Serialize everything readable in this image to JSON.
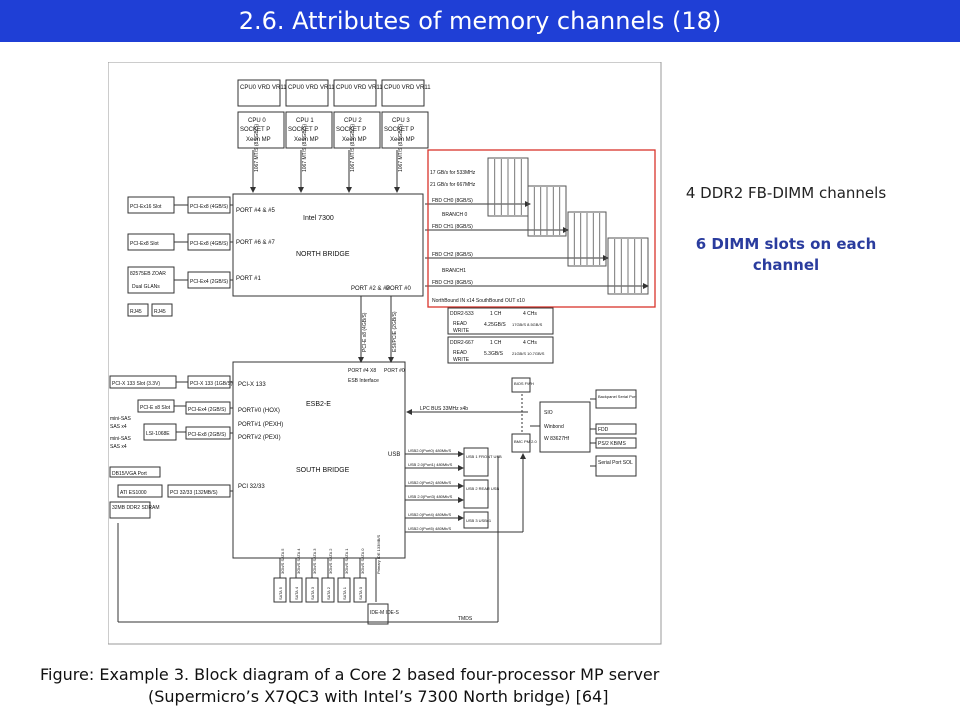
{
  "title": "2.6.  Attributes of memory channels (18)",
  "notes": {
    "channels": "4 DDR2 FB-DIMM channels",
    "slots": "6 DIMM slots on each channel"
  },
  "caption": {
    "line1": "Figure: Example 3. Block diagram of a Core 2 based four-processor MP server",
    "line2": "(Supermicro’s X7QC3 with Intel’s 7300 North bridge) [64]"
  },
  "colors": {
    "title_bg": "#1f3fd6",
    "highlight": "#d9342b",
    "note_blue": "#2a3c9e"
  },
  "diagram": {
    "vrd": [
      "CPU0 VRD VR11",
      "CPU0 VRD VR11",
      "CPU0 VRD VR11",
      "CPU0 VRD VR11"
    ],
    "sockets": [
      {
        "l1": "CPU 0",
        "l2": "SOCKET P",
        "l3": "Xeon MP"
      },
      {
        "l1": "CPU 1",
        "l2": "SOCKET P",
        "l3": "Xeon MP"
      },
      {
        "l1": "CPU 2",
        "l2": "SOCKET P",
        "l3": "Xeon MP"
      },
      {
        "l1": "CPU 3",
        "l2": "SOCKET P",
        "l3": "Xeon MP"
      }
    ],
    "fsb": "1067 MT/S (8.5GB/S)",
    "nb": {
      "chip": "Intel 7300",
      "name": "NORTH BRIDGE",
      "port45": "PORT #4 & #5",
      "port67": "PORT #6 & #7",
      "port1": "PORT #1",
      "port23": "PORT #2 & #3",
      "port0": "PORT #0",
      "fbd": [
        "FBD CH0 (8GB/S)",
        "FBD CH1 (8GB/S)",
        "FBD CH2 (8GB/S)",
        "FBD CH3 (8GB/S)"
      ],
      "branch0": "BRANCH 0",
      "branch1": "BRANCH1"
    },
    "fbd_rates": [
      "17 GB/s for 533MHz",
      "21 GB/s for 667MHz"
    ],
    "northbound": "NorthBound IN x14  SouthBound OUT x10",
    "pcie_slots": [
      "PCI-Ex16 Slot",
      "PCI-Ex8 Slot"
    ],
    "pcie_links": [
      "PCI-Ex8 (4GB/S)",
      "PCI-Ex8 (4GB/S)",
      "PCI-Ex4 (2GB/S)"
    ],
    "lan": {
      "l1": "82575EB ZOAR",
      "l2": "Dual GLANs",
      "rj1": "RJ45",
      "rj2": "RJ45"
    },
    "esi_left": "PCI-E x8 (4GB/S)",
    "esi_right": "ESI/PCIE (2GB/S)",
    "ddr533": {
      "h": "DDR2-533",
      "c1": "1 CH",
      "c2": "4 CHs",
      "r1": "READ",
      "r2": "WRITE",
      "v1": "4.25GB/S",
      "v2": "17GB/S 8.5GB/S"
    },
    "ddr667": {
      "h": "DDR2-667",
      "c1": "1 CH",
      "c2": "4 CHs",
      "r1": "READ",
      "r2": "WRITE",
      "v1": "5.3GB/S",
      "v2": "21GB/S 10.7GB/S"
    },
    "sb": {
      "name": "ESB2-E",
      "sub": "SOUTH BRIDGE",
      "pcix": "PCI-X 133",
      "port0": "PORT#0 (HOX)",
      "port1": "PORT#1 (PEXH)",
      "port2": "PORT#2 (PEXI)",
      "pci": "PCI 32/33",
      "usb": "USB",
      "esb_port23": "PORT #4 X8",
      "esb_port0": "PORT #0",
      "esb_if": "ESB Interface"
    },
    "pcix_slot": "PCI-X 133 Slot (3.3V)",
    "pcix_link": "PCI-X 133 (1GB/S)",
    "pcie_x8_slot": "PCI-E x8 Slot",
    "pcie_x4": "PCI-Ex4 (2GB/S)",
    "sas": [
      "mini-SAS",
      "SAS x4",
      "mini-SAS",
      "SAS x4"
    ],
    "lsi": "LSI-1068E",
    "pcie_x8b": "PCI-Ex8 (2GB/S)",
    "vga": "DB15/VGA Port",
    "ati": "ATI ES1000",
    "sdram": "32MB DDR2 SDRAM",
    "pci_link": "PCI 32/33 (132MB/S)",
    "lpc": "LPC BUS 33MHz x4b",
    "bios": "BIOS FWH",
    "bmc": "BMC PM 2.0",
    "sio": {
      "l1": "SIO",
      "l2": "Winbond",
      "l3": "W 83627Hf"
    },
    "io_ports": [
      "Backpanel Serial Port",
      "FDD",
      "PS/2 KB/MS",
      "Serial Port SOL"
    ],
    "usb_ports": [
      "USB2.0(Port0) 480Mb/S",
      "USB 2.0(Port1) 480Mb/S",
      "USB2.0(Port2) 480Mb/S",
      "USB 2.0(Port3) 480Mb/S",
      "USB2.0(Port4) 480Mb/S",
      "USB2.0(Port5) 480Mb/S"
    ],
    "usb_boxes": [
      "USB 1 FRONT USB",
      "USB 2 REAR USB",
      "USB 3 USBx1"
    ],
    "sata_links": [
      "3Gb/S SATA 5",
      "3Gb/S SATA 4",
      "3Gb/S SATA 3",
      "3Gb/S SATA 2",
      "3Gb/S SATA 1",
      "3Gb/S SATA 0",
      "Primary IDE 133MB/S"
    ],
    "sata": [
      "SATA 5",
      "SATA 4",
      "SATA 3",
      "SATA 2",
      "SATA 1",
      "SATA 0"
    ],
    "ide": "IDE-M IDE-S",
    "tmds": "TMDS"
  }
}
